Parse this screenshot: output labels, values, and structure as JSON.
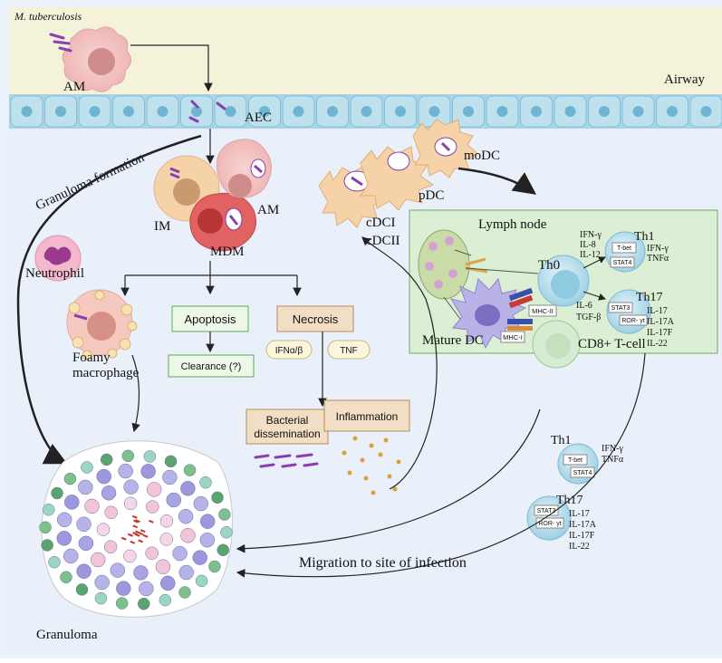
{
  "labels": {
    "pathogen": "M. tuberculosis",
    "airway": "Airway",
    "am_top": "AM",
    "aec": "AEC",
    "granuloma_formation": "Granuloma formation",
    "im": "IM",
    "am_cluster": "AM",
    "mdm": "MDM",
    "neutrophil": "Neutrophil",
    "foamy_1": "Foamy",
    "foamy_2": "macrophage",
    "apoptosis": "Apoptosis",
    "clearance": "Clearance (?)",
    "necrosis": "Necrosis",
    "ifn": "IFNα/β",
    "tnf": "TNF",
    "bacterial_1": "Bacterial",
    "bacterial_2": "dissemination",
    "inflammation": "Inflammation",
    "modc": "moDC",
    "pdc": "pDC",
    "cdci": "cDCI",
    "cdcii": "cDCII",
    "lymph_node": "Lymph node",
    "mature_dc": "Mature DC",
    "th0": "Th0",
    "mhc_ii": "MHC-II",
    "mhc_i": "MHC-I",
    "cd8": "CD8+ T-cell",
    "th0_cyt_top": [
      "IFN-γ",
      "IL-8",
      "IL-12"
    ],
    "th0_cyt_bottom": [
      "IL-6",
      "TGF-β"
    ],
    "th1": "Th1",
    "tbet": "T-bet",
    "stat4": "STAT4",
    "th1_cyt": [
      "IFN-γ",
      "TNFα"
    ],
    "th17": "Th17",
    "stat3": "STAT3",
    "rorgt": "ROR- γt",
    "th17_cyt": [
      "IL-17",
      "IL-17A",
      "IL-17F",
      "IL-22"
    ],
    "migration": "Migration to site of infection",
    "granuloma": "Granuloma"
  },
  "colors": {
    "airway_bg": "#f4f2d8",
    "body_bg": "#eaf1fb",
    "epithelium": "#bfe1ee",
    "lymph_box": "#dcefd5",
    "pink_cell": "#f3c2c2",
    "red_cell": "#d94b4b",
    "orange_cell": "#f6d2a8",
    "box_fill": "#f2ddc5",
    "green_box": "#eef8e8",
    "tcell": "#bfe3ef",
    "dc_purple": "#b9b2e6",
    "bacteria": "#8a3fb0"
  }
}
